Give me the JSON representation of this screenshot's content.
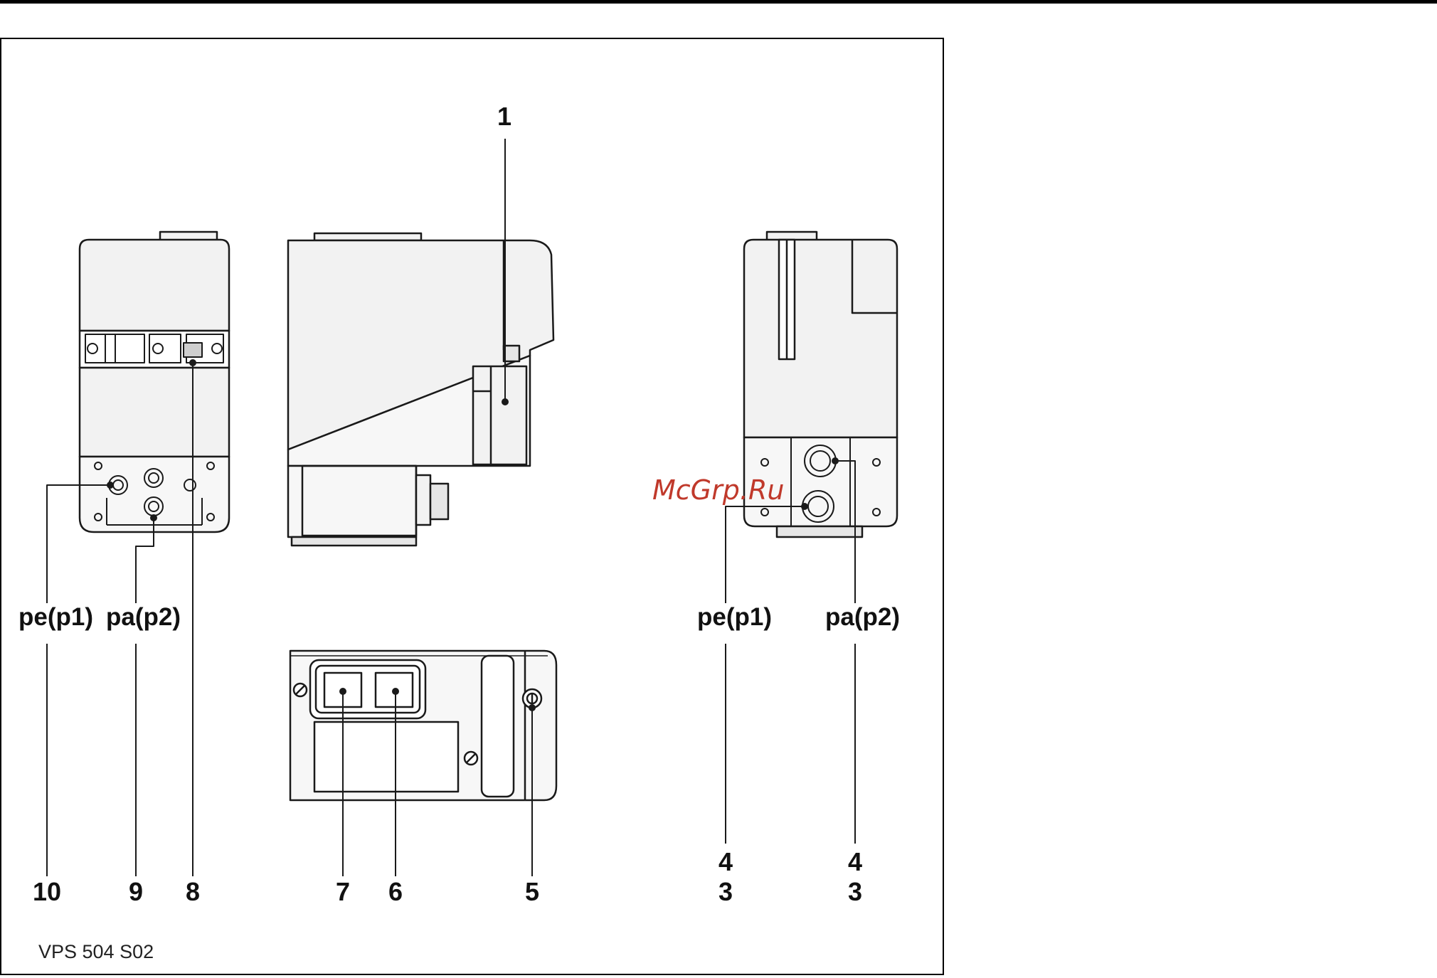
{
  "figure_code": "VPS 504 S02",
  "watermark": {
    "text": "McGrp.Ru",
    "color": "#c0392b"
  },
  "callouts": {
    "c1": "1",
    "c3_left": "3",
    "c4_left": "4",
    "c3_right": "3",
    "c4_right": "4",
    "c5": "5",
    "c6": "6",
    "c7": "7",
    "c8": "8",
    "c9": "9",
    "c10": "10"
  },
  "port_labels": {
    "left_pe": "pe(p1)",
    "left_pa": "pa(p2)",
    "right_pe": "pe(p1)",
    "right_pa": "pa(p2)"
  }
}
